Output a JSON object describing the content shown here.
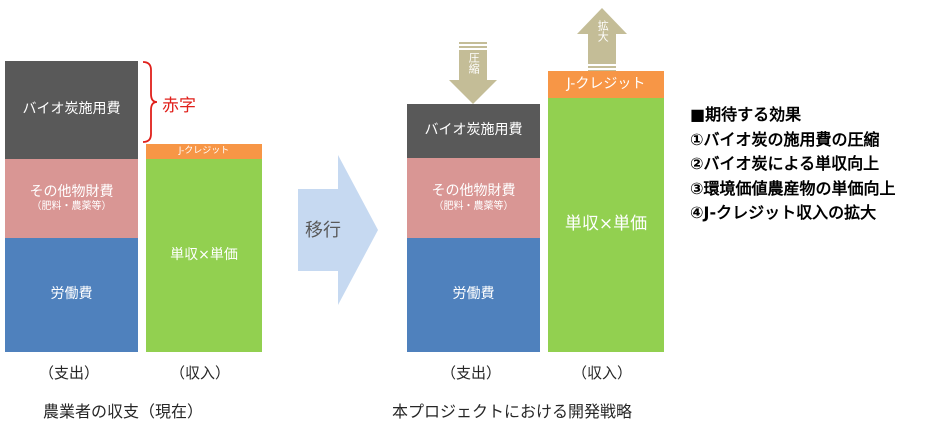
{
  "current": {
    "expense": {
      "biochar": "バイオ炭施用費",
      "other_line1": "その他物財費",
      "other_line2": "（肥料・農薬等）",
      "labor": "労働費",
      "label": "（支出）"
    },
    "income": {
      "jcredit": "J-クレジット",
      "yield_price": "単収×単価",
      "label": "（収入）"
    },
    "deficit": "赤字",
    "caption": "農業者の収支（現在）"
  },
  "transition": "移行",
  "strategy": {
    "compress": "圧縮",
    "expand": "拡大",
    "expense": {
      "biochar": "バイオ炭施用費",
      "other_line1": "その他物財費",
      "other_line2": "（肥料・農薬等）",
      "labor": "労働費",
      "label": "（支出）"
    },
    "income": {
      "jcredit": "J-クレジット",
      "yield_price": "単収×単価",
      "label": "（収入）"
    },
    "caption": "本プロジェクトにおける開発戦略"
  },
  "effects": {
    "title": "■期待する効果",
    "items": [
      "①バイオ炭の施用費の圧縮",
      "②バイオ炭による単収向上",
      "③環境価値農産物の単価向上",
      "④J-クレジット収入の拡大"
    ]
  },
  "colors": {
    "biochar": "#595959",
    "other": "#d99694",
    "labor": "#4f81bd",
    "yield": "#92d050",
    "jcredit": "#f79646",
    "deficit": "#e0201b",
    "arrow_small": "#c4bd97",
    "arrow_big": "#c6d9f1"
  }
}
